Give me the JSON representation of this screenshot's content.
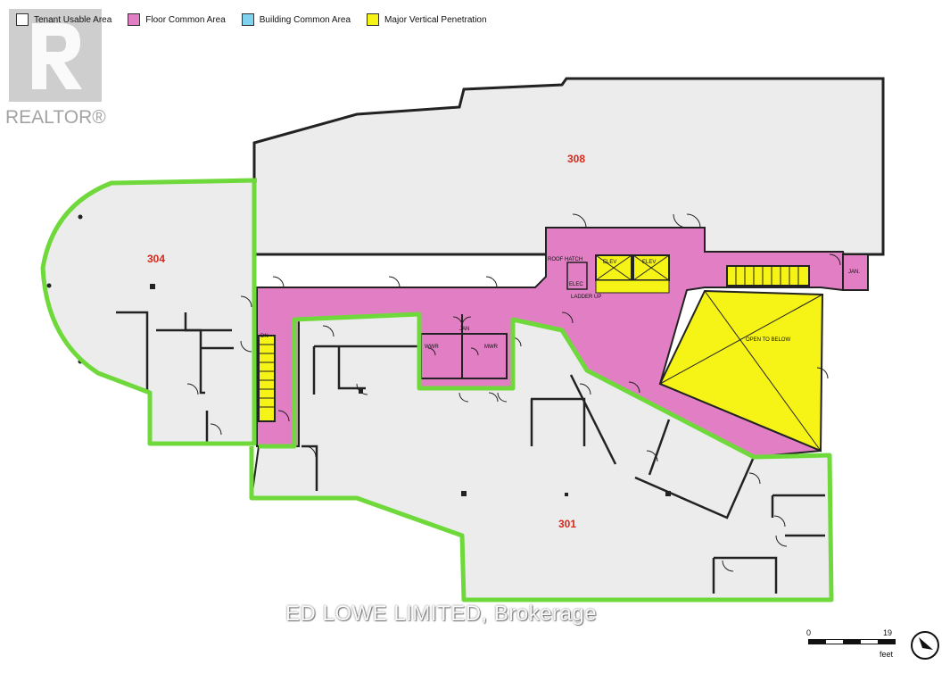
{
  "legend": [
    {
      "label": "Tenant Usable Area",
      "color": "#ffffff"
    },
    {
      "label": "Floor Common Area",
      "color": "#e27fc4"
    },
    {
      "label": "Building Common Area",
      "color": "#7fd3ef"
    },
    {
      "label": "Major Vertical Penetration",
      "color": "#f6f317"
    }
  ],
  "watermark": {
    "logo_text": "REALTOR®"
  },
  "rooms": {
    "r308": "308",
    "r304": "304",
    "r301": "301"
  },
  "labels": {
    "elev1": "ELEV",
    "elev2": "ELEV",
    "roof_hatch": "ROOF HATCH",
    "elec": "ELEC",
    "ladder_up": "LADDER UP",
    "jan_core": "JAN",
    "wwr": "WWR",
    "mwr": "MWR",
    "jan_east": "JAN.",
    "open_below": "OPEN TO BELOW",
    "dn": "DN"
  },
  "brokerage": "ED LOWE LIMITED, Brokerage",
  "scale": {
    "start": "0",
    "end": "19",
    "unit": "feet"
  },
  "colors": {
    "tenant": "#ececec",
    "floor_common": "#e27fc4",
    "vertical": "#f6f317",
    "outline": "#6fd93c"
  }
}
